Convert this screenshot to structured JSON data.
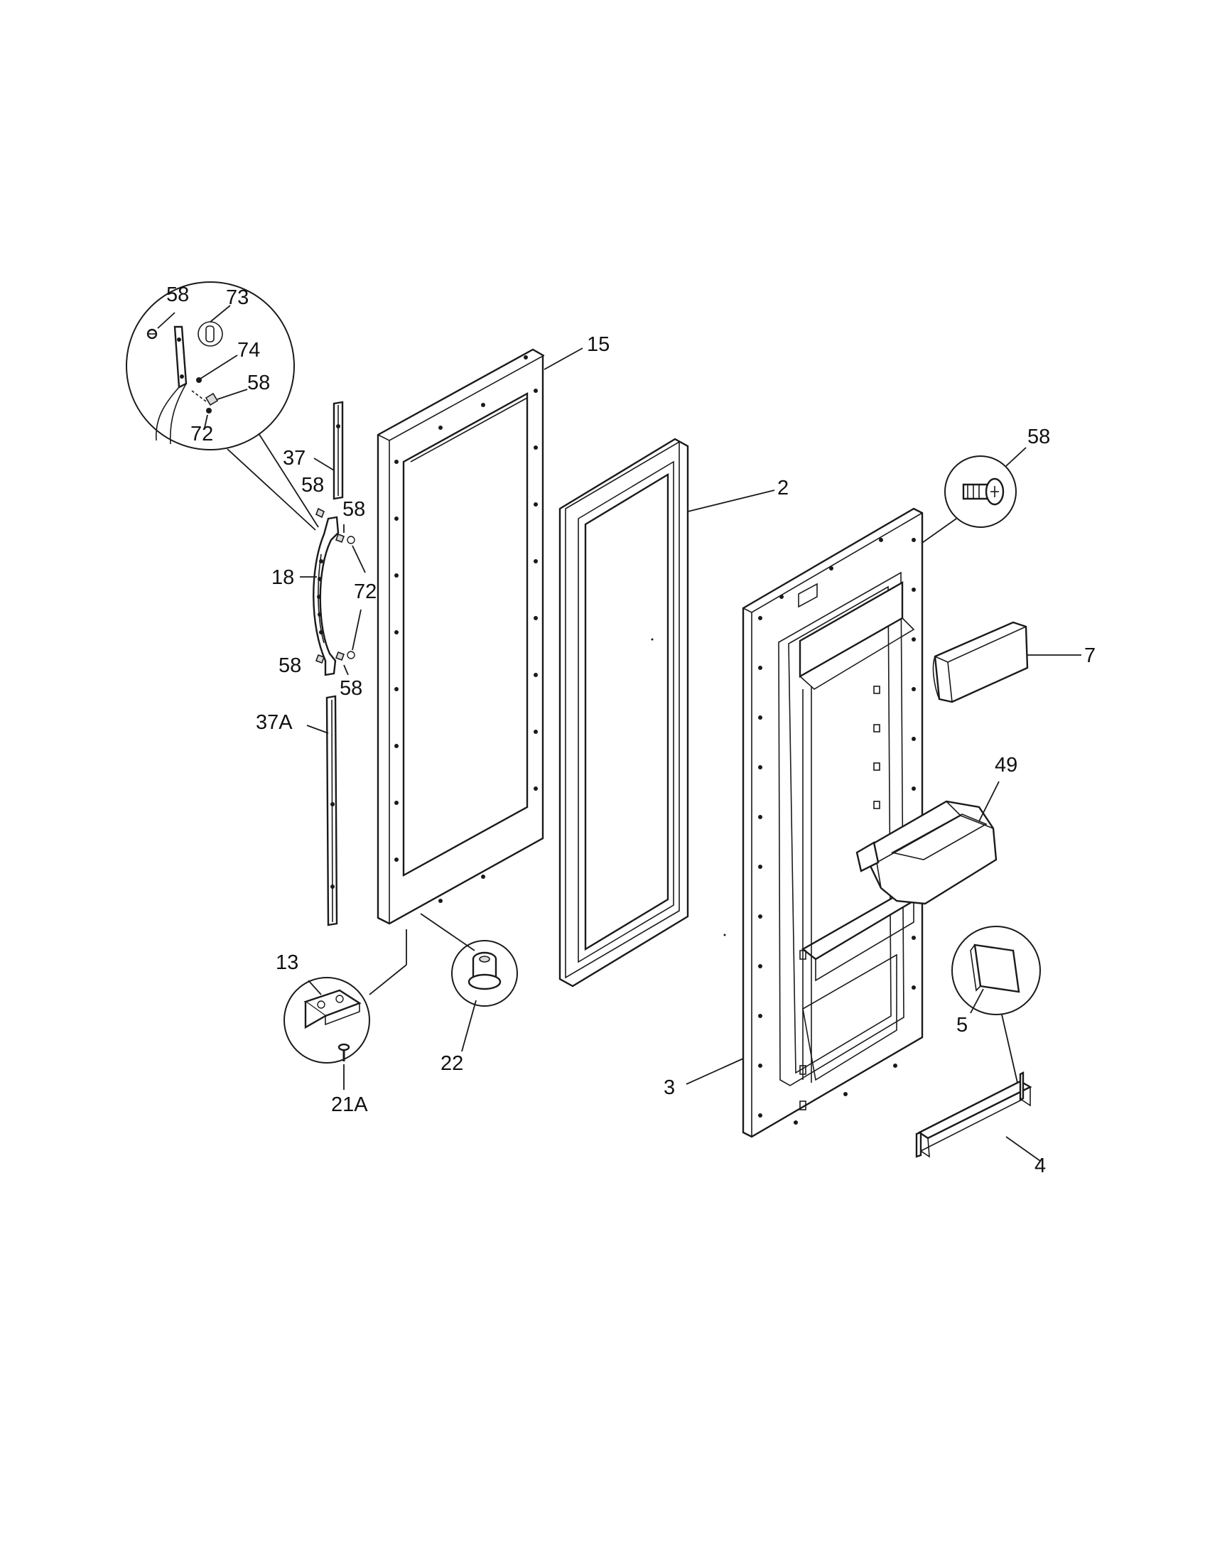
{
  "diagram": {
    "callouts": {
      "c58_detail_a": "58",
      "c73": "73",
      "c74": "74",
      "c58_detail_b": "58",
      "c72_detail": "72",
      "c15": "15",
      "c2": "2",
      "c58_screw_detail": "58",
      "c37": "37",
      "c58_handle_tl": "58",
      "c58_handle_tr": "58",
      "c18": "18",
      "c72_handle": "72",
      "c58_handle_bl": "58",
      "c58_handle_br": "58",
      "c7": "7",
      "c37a": "37A",
      "c49": "49",
      "c13": "13",
      "c5": "5",
      "c22": "22",
      "c3": "3",
      "c21a": "21A",
      "c4": "4"
    }
  }
}
